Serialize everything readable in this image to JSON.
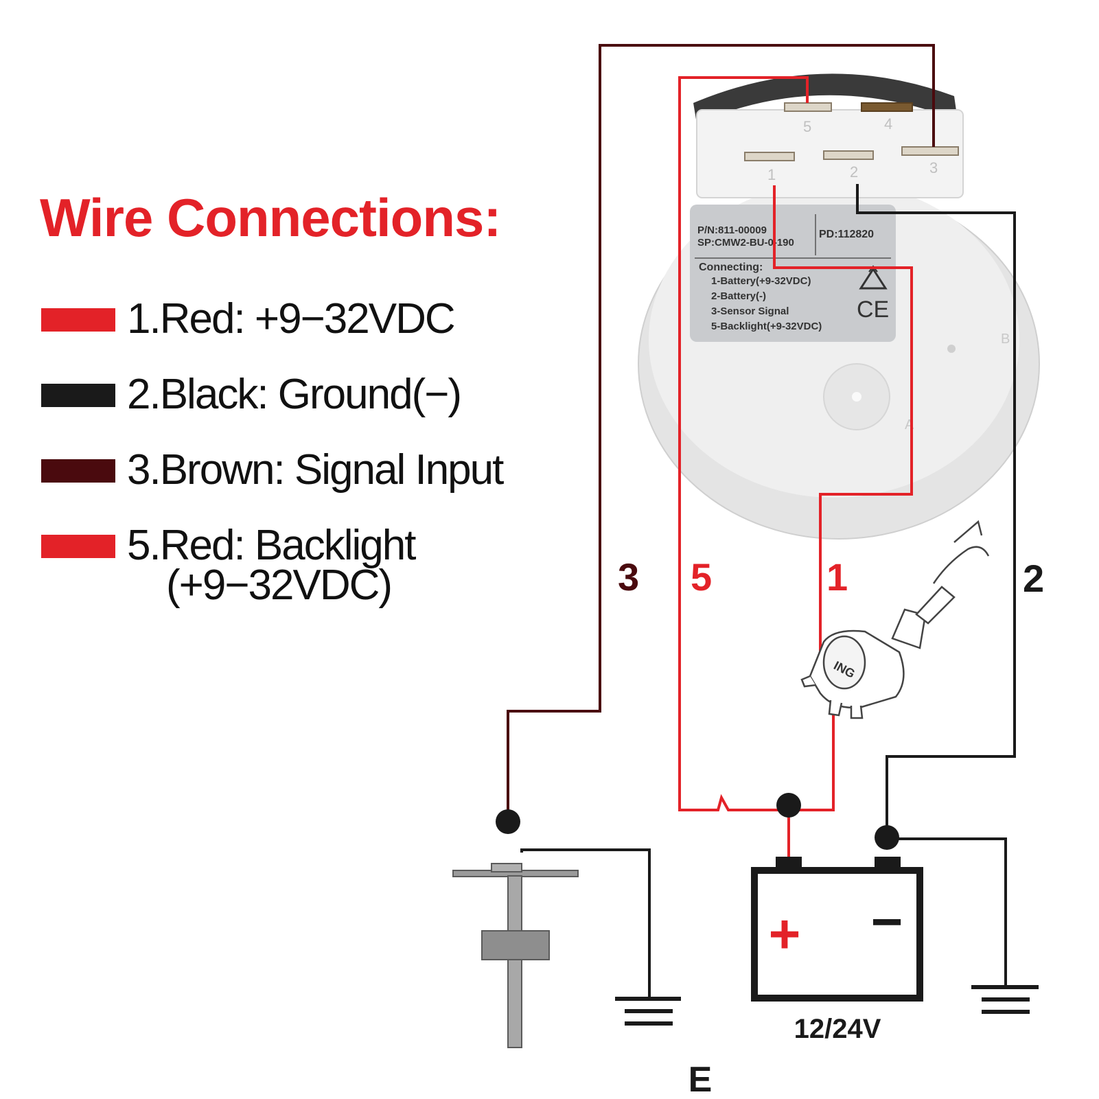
{
  "title": "Wire Connections:",
  "legend": [
    {
      "text": "1.Red: +9−32VDC",
      "color": "#e32228"
    },
    {
      "text": "2.Black: Ground(−)",
      "color": "#1a1a1a"
    },
    {
      "text": "3.Brown: Signal Input",
      "color": "#4a0a0e"
    },
    {
      "text": "5.Red: Backlight",
      "text2": "(+9−32VDC)",
      "color": "#e32228"
    }
  ],
  "colors": {
    "accent_red": "#e32228",
    "black": "#1a1a1a",
    "brown": "#4a0a0e"
  },
  "gauge": {
    "pins": [
      "5",
      "4",
      "1",
      "2",
      "3"
    ],
    "label_pn": "P/N:811-00009",
    "label_sp": "SP:CMW2-BU-0-190",
    "label_pd": "PD:112820",
    "connecting_title": "Connecting:",
    "connecting_lines": [
      "1-Battery(+9-32VDC)",
      "2-Battery(-)",
      "3-Sensor Signal",
      "5-Backlight(+9-32VDC)"
    ],
    "ce_mark": "CE",
    "side_letter_b": "B",
    "side_letter_a": "A"
  },
  "wire_numbers": {
    "w3": "3",
    "w5": "5",
    "w1": "1",
    "w2": "2"
  },
  "ignition_label": "ING",
  "battery": {
    "plus": "+",
    "minus": "−",
    "voltage": "12/24V"
  },
  "ground_label": "E",
  "icons": [
    "recycle-icon",
    "ce-mark-icon",
    "ground-symbol-icon",
    "ignition-switch-icon",
    "battery-icon",
    "sensor-probe-icon"
  ]
}
